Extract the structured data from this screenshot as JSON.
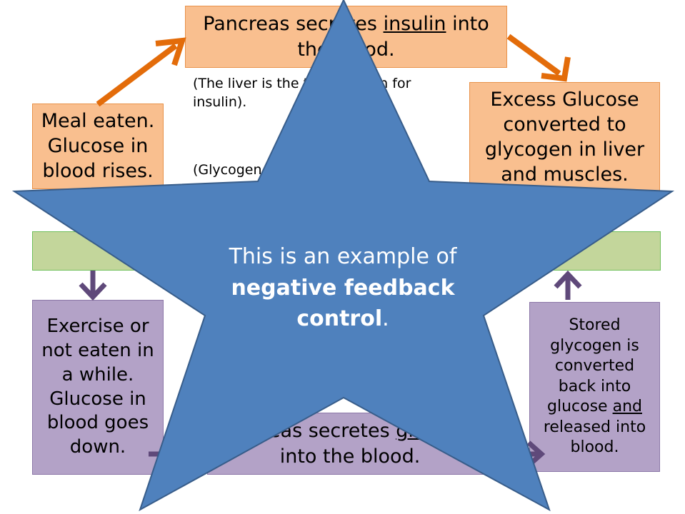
{
  "top_box": {
    "pre": "Pancreas secretes ",
    "underlined": "insulin",
    "post": " into the blood."
  },
  "meal_box": {
    "text": "Meal eaten. Glucose in blood rises."
  },
  "excess_box": {
    "text": "Excess Glucose converted to glycogen in liver and muscles."
  },
  "note_liver": {
    "text": "(The liver is the target organ for insulin)."
  },
  "note_glycogen": {
    "text": "(Glycogen"
  },
  "exercise_box": {
    "text": "Exercise or not eaten in a while. Glucose in blood goes down."
  },
  "bottom_box": {
    "pre": "Pancreas secretes ",
    "underlined": "glucagon",
    "post": " into the blood."
  },
  "stored_box": {
    "pre": "Stored glycogen is converted back into glucose ",
    "underlined": "and",
    "post": " released into blood."
  },
  "star": {
    "line1": "This is an example of",
    "bold": "negative feedback control",
    "tail": "."
  },
  "colors": {
    "orange_arrow": "#e36c0a",
    "purple_arrow": "#5f497a",
    "star_fill": "#4f81bd",
    "star_stroke": "#385d8a"
  }
}
